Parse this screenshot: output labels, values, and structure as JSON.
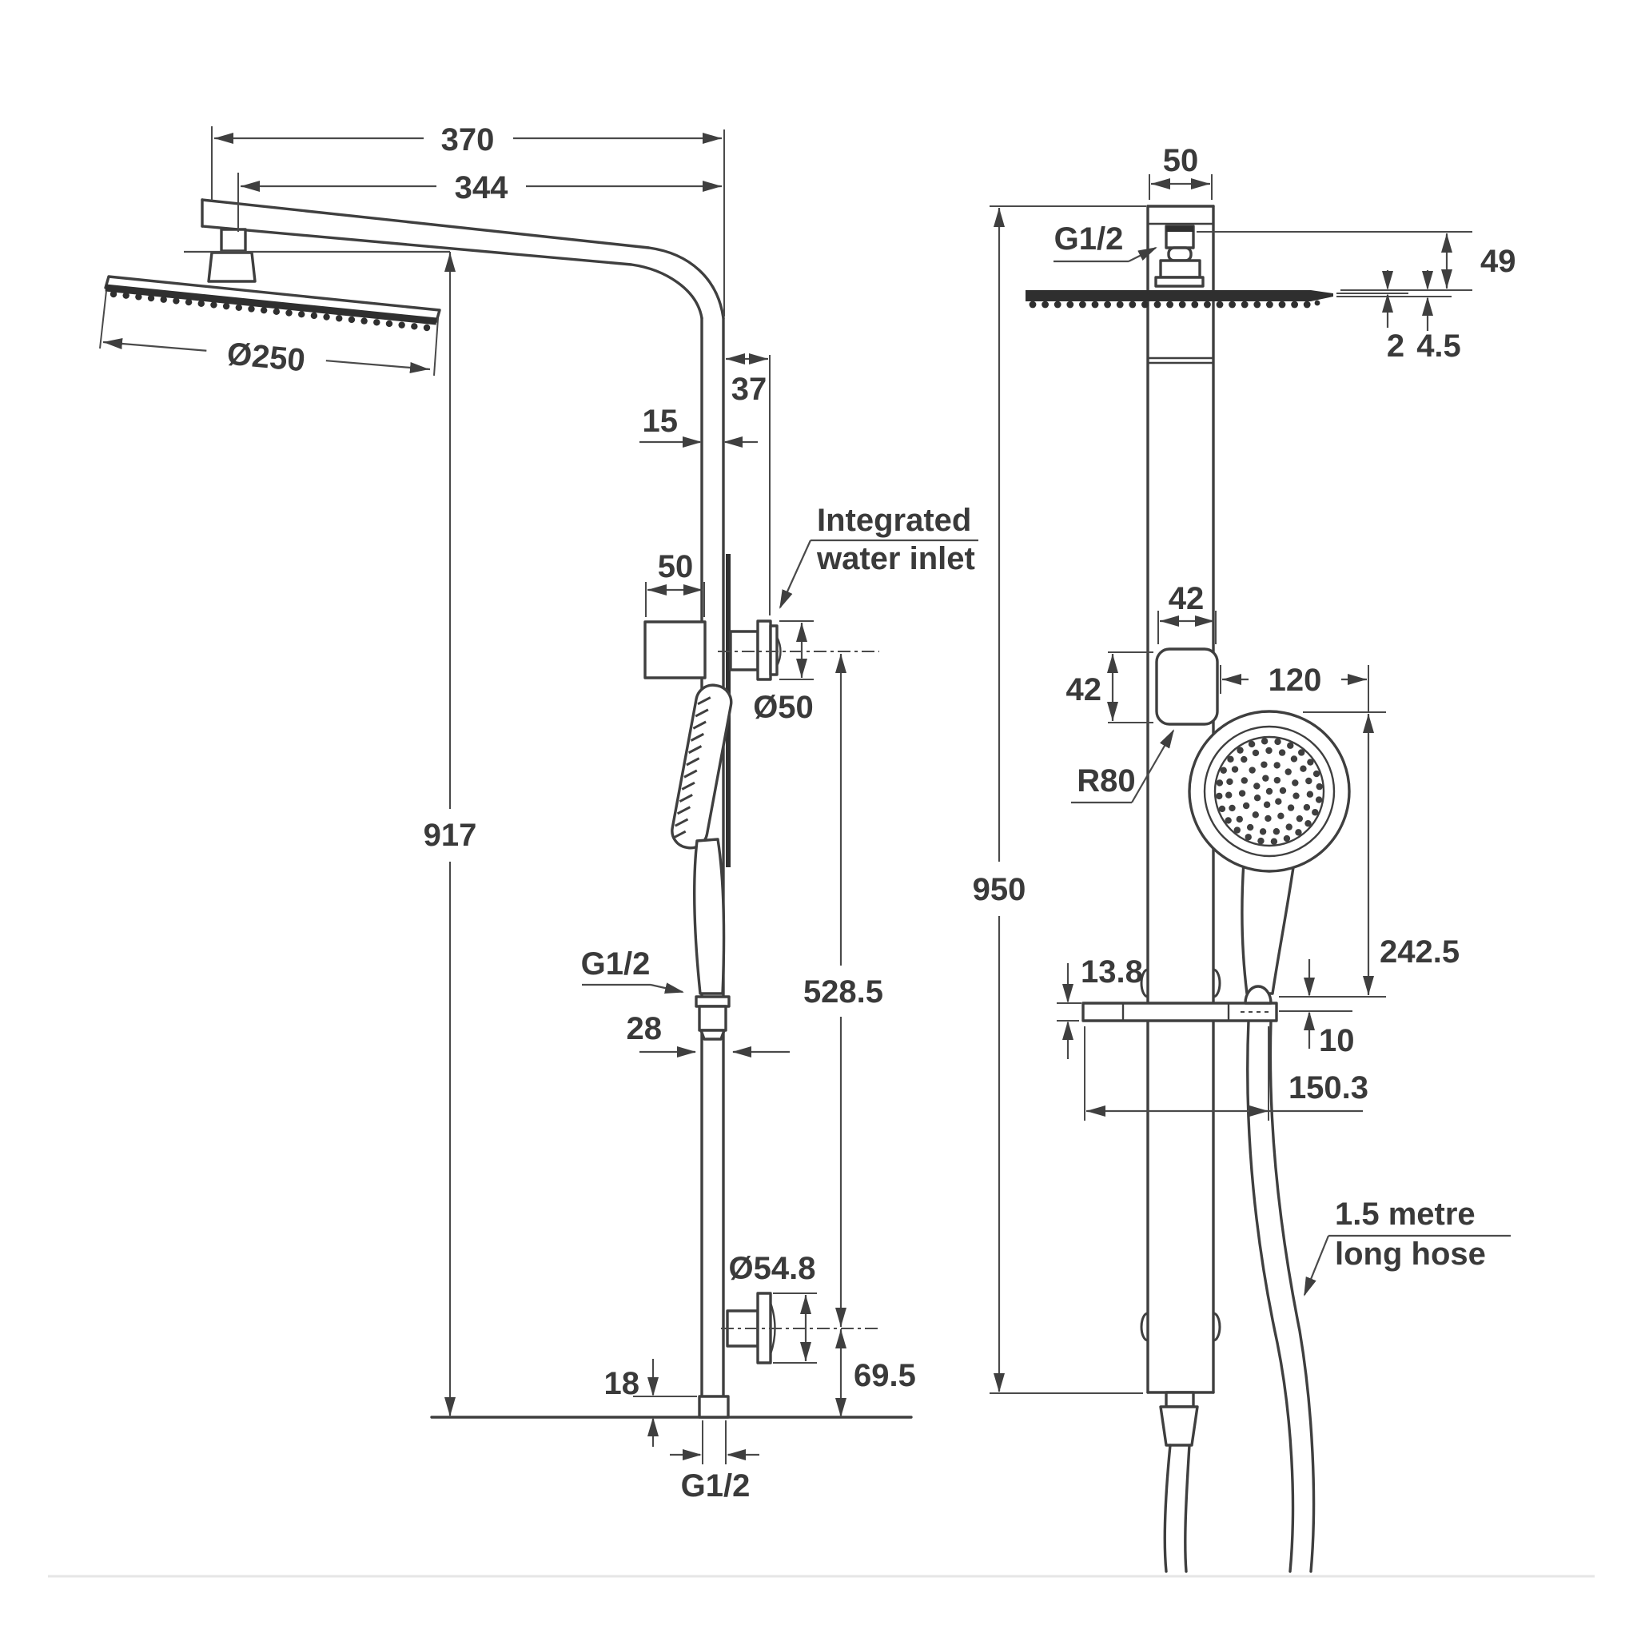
{
  "drawing": {
    "description": "Twin rail shower technical dimension drawing, side and front views",
    "side_view": {
      "overall_width": "370",
      "arm_reach": "344",
      "head_diameter": "Ø250",
      "wall_offset": "37",
      "column_depth": "15",
      "bracket_depth": "50",
      "inlet_note_line1": "Integrated",
      "inlet_note_line2": "water inlet",
      "inlet_diameter": "Ø50",
      "column_height": "917",
      "hand_thread": "G1/2",
      "connector_width": "28",
      "inlet_to_elbow": "528.5",
      "elbow_diameter": "Ø54.8",
      "base_offset": "18",
      "elbow_height": "69.5",
      "outlet_thread": "G1/2"
    },
    "front_view": {
      "column_width": "50",
      "top_thread": "G1/2",
      "head_drop": "49",
      "head_lip": "2",
      "head_plate": "4.5",
      "holder_width": "42",
      "holder_height": "42",
      "holder_to_hand": "120",
      "holder_radius": "R80",
      "column_height": "950",
      "hand_shower_length": "242.5",
      "shelf_thickness": "13.8",
      "shelf_gap": "10",
      "shelf_width": "150.3",
      "hose_note_line1": "1.5 metre",
      "hose_note_line2": "long hose"
    }
  }
}
